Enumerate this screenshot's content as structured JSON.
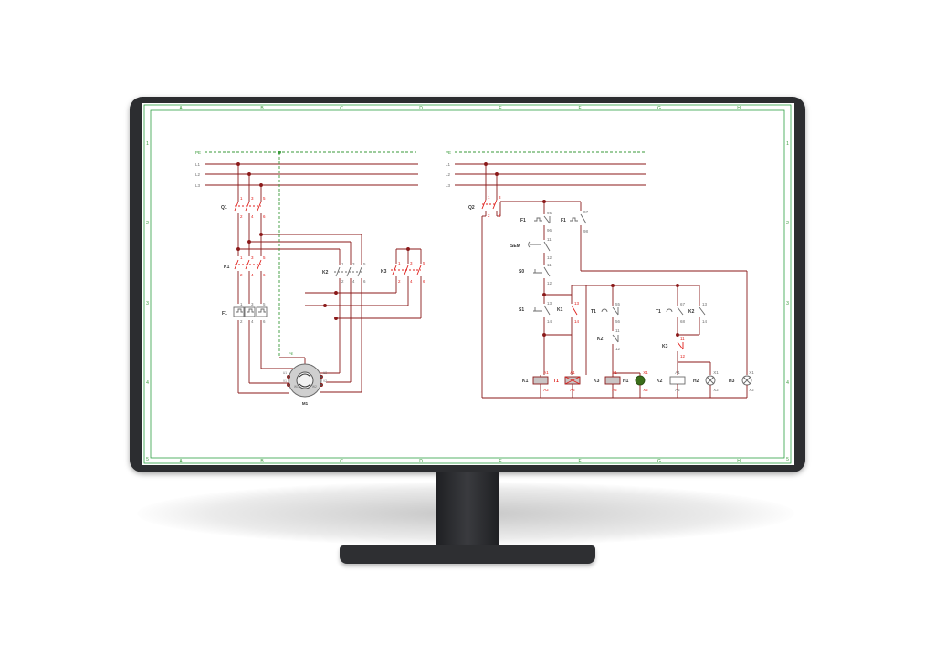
{
  "frame": {
    "columns": [
      "A",
      "B",
      "C",
      "D",
      "E",
      "F",
      "G",
      "H"
    ],
    "rows": [
      "1",
      "2",
      "3",
      "4",
      "5"
    ],
    "border_color": "#2ea043"
  },
  "power": {
    "bus_labels": [
      "PE",
      "L1",
      "L2",
      "L3"
    ],
    "breaker": {
      "tag": "Q1",
      "terminals_top": [
        "1",
        "3",
        "5"
      ],
      "terminals_bottom": [
        "2",
        "4",
        "6"
      ]
    },
    "k1": {
      "tag": "K1",
      "terminals_top": [
        "1",
        "3",
        "5"
      ],
      "terminals_bottom": [
        "2",
        "4",
        "6"
      ]
    },
    "k2": {
      "tag": "K2",
      "terminals_top": [
        "1",
        "3",
        "5"
      ],
      "terminals_bottom": [
        "2",
        "4",
        "6"
      ]
    },
    "k3": {
      "tag": "K3",
      "terminals_top": [
        "1",
        "3",
        "5"
      ],
      "terminals_bottom": [
        "2",
        "4",
        "6"
      ]
    },
    "overload": {
      "tag": "F1",
      "terminals_top": [
        "1",
        "3",
        "5"
      ],
      "terminals_bottom": [
        "2",
        "4",
        "6"
      ]
    },
    "motor": {
      "tag": "M1",
      "pe_label": "PE",
      "terminals": [
        "U1",
        "V1",
        "W1",
        "U2",
        "V2",
        "W2"
      ]
    }
  },
  "control": {
    "bus_labels": [
      "PE",
      "L1",
      "L2",
      "L3"
    ],
    "breaker": {
      "tag": "Q2",
      "terminals_top": [
        "1",
        "3"
      ],
      "terminals_bottom": [
        "2",
        "4"
      ]
    },
    "f1_nc": {
      "tag": "F1",
      "top": "95",
      "bottom": "96"
    },
    "f1_no": {
      "tag": "F1",
      "top": "97",
      "bottom": "98"
    },
    "sem": {
      "tag": "SEM",
      "top": "11",
      "bottom": "12"
    },
    "s0": {
      "tag": "S0",
      "top": "11",
      "bottom": "12"
    },
    "s1": {
      "tag": "S1",
      "top": "13",
      "bottom": "14"
    },
    "k1_hold": {
      "tag": "K1",
      "top": "13",
      "bottom": "14"
    },
    "t1_nc": {
      "tag": "T1",
      "top": "55",
      "bottom": "56"
    },
    "t1_no": {
      "tag": "T1",
      "top": "67",
      "bottom": "68"
    },
    "k2_self": {
      "tag": "K2",
      "top": "13",
      "bottom": "14"
    },
    "k2_nc": {
      "tag": "K2",
      "top": "11",
      "bottom": "12"
    },
    "k3_nc": {
      "tag": "K3",
      "top": "11",
      "bottom": "12"
    },
    "coil_k1": {
      "tag": "K1",
      "top": "A1",
      "bottom": "A2"
    },
    "coil_t1": {
      "tag": "T1",
      "top": "A1",
      "bottom": "A2"
    },
    "coil_k3": {
      "tag": "K3",
      "top": "A1",
      "bottom": "A2"
    },
    "lamp_h1": {
      "tag": "H1",
      "top": "X1",
      "bottom": "X2"
    },
    "coil_k2": {
      "tag": "K2",
      "top": "A1",
      "bottom": "A2"
    },
    "lamp_h2": {
      "tag": "H2",
      "top": "X1",
      "bottom": "X2"
    },
    "lamp_h3": {
      "tag": "H3",
      "top": "X1",
      "bottom": "X2"
    }
  },
  "colors": {
    "wire": "#8b1a1a",
    "label_red": "#e0201c",
    "label_grey": "#6b6b6b",
    "pe_dash": "#3a9a3a",
    "coil_fill": "#c9c4c4",
    "lamp_on": "#3b6e1a"
  }
}
